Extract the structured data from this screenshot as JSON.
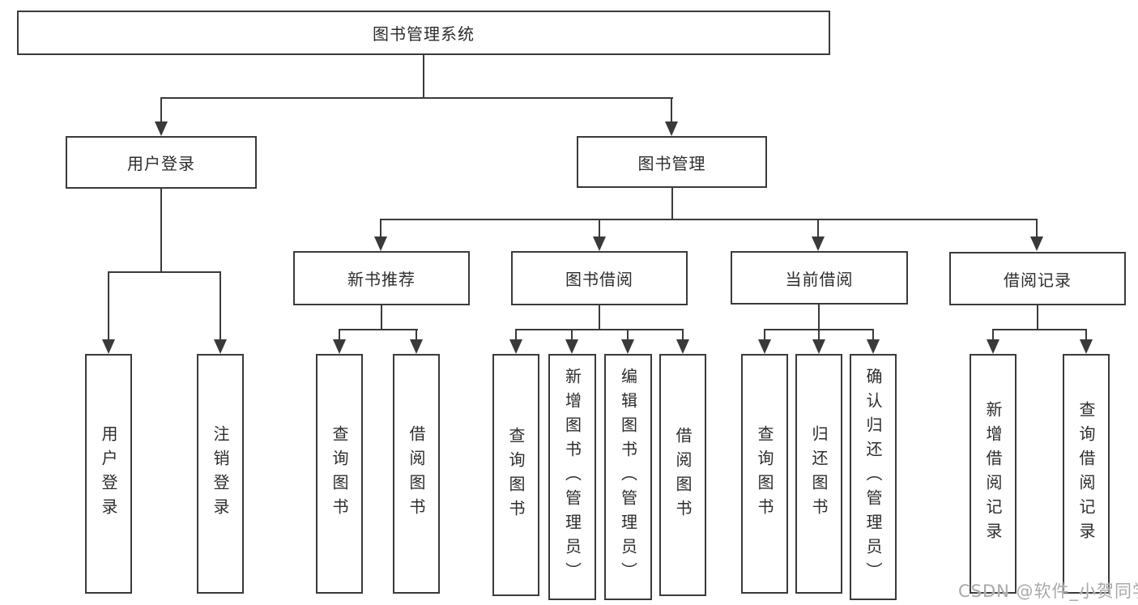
{
  "diagram": {
    "root": "图书管理系统",
    "level1": [
      "用户登录",
      "图书管理"
    ],
    "level2": [
      "新书推荐",
      "图书借阅",
      "当前借阅",
      "借阅记录"
    ],
    "leaves": {
      "user_login": [
        "用户登录",
        "注销登录"
      ],
      "new_book_recommend": [
        "查询图书",
        "借阅图书"
      ],
      "book_borrow": [
        "查询图书",
        "新增图书（管理员）",
        "编辑图书（管理员）",
        "借阅图书"
      ],
      "current_borrow": [
        "查询图书",
        "归还图书",
        "确认归还（管理员）"
      ],
      "borrow_record": [
        "新增借阅记录",
        "查询借阅记录"
      ]
    },
    "watermark": "CSDN @软件_小贺同学",
    "colors": {
      "line": "#3a3a3a",
      "text": "#2d2d2d",
      "background": "#ffffff",
      "watermark": "#a9a9a9"
    }
  }
}
